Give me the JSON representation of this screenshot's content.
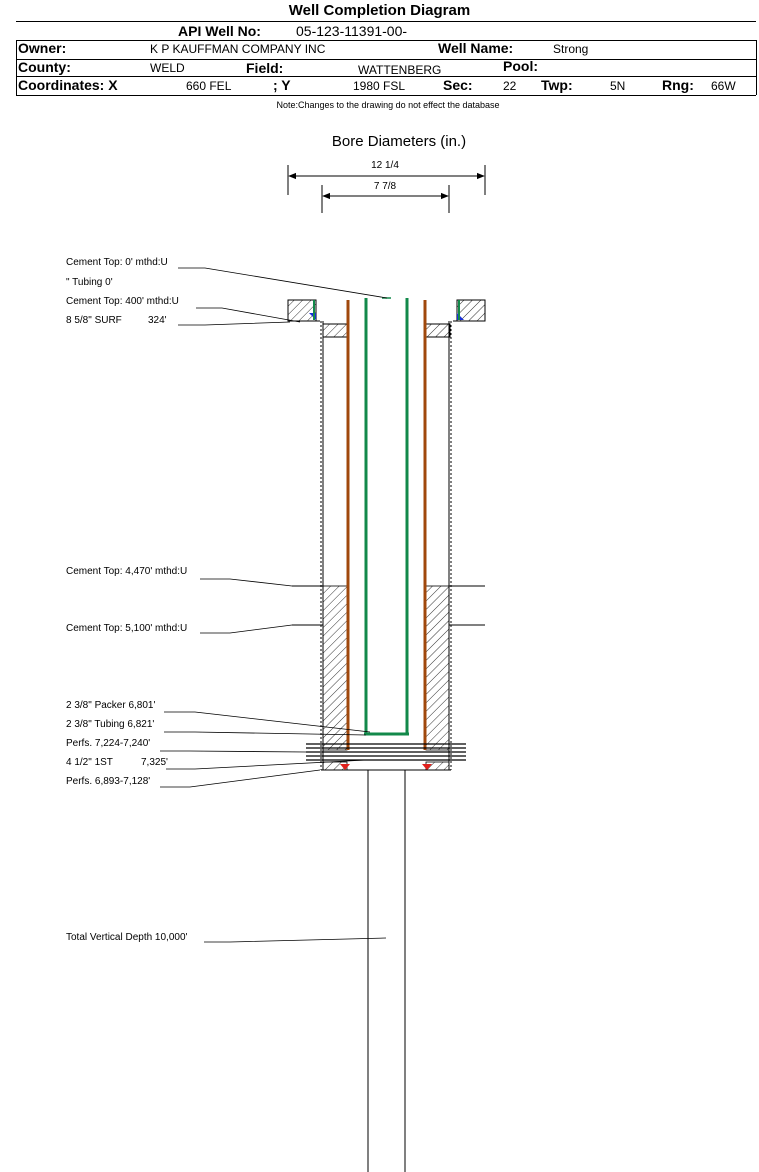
{
  "header": {
    "title": "Well Completion Diagram",
    "api_label": "API Well No:",
    "api_value": "05-123-11391-00-",
    "owner_label": "Owner:",
    "owner_value": "K P KAUFFMAN COMPANY INC",
    "well_name_label": "Well Name:",
    "well_name_value": "Strong",
    "county_label": "County:",
    "county_value": "WELD",
    "field_label": "Field:",
    "field_value": "WATTENBERG",
    "pool_label": "Pool:",
    "pool_value": "",
    "coord_label": "Coordinates: X",
    "x_value": "660 FEL",
    "y_label": "; Y",
    "y_value": "1980 FSL",
    "sec_label": "Sec:",
    "sec_value": "22",
    "twp_label": "Twp:",
    "twp_value": "5N",
    "rng_label": "Rng:",
    "rng_value": "66W"
  },
  "note": "Note:Changes to the drawing do not effect the database",
  "bore": {
    "title": "Bore Diameters (in.)",
    "diameters": [
      "12 1/4",
      "7 7/8"
    ]
  },
  "labels": {
    "cement_top_0": "Cement Top: 0' mthd:U",
    "tubing_0": "\" Tubing 0'",
    "cement_top_400": "Cement Top: 400' mthd:U",
    "surf_casing": "8 5/8\" SURF",
    "surf_depth": "324'",
    "cement_top_4470": "Cement Top: 4,470' mthd:U",
    "cement_top_5100": "Cement Top: 5,100' mthd:U",
    "packer": "2 3/8\" Packer 6,801'",
    "tubing": "2 3/8\" Tubing 6,821'",
    "perfs_1": "Perfs. 7,224-7,240'",
    "prod_casing": "4 1/2\" 1ST",
    "prod_depth": "7,325'",
    "perfs_2": "Perfs. 6,893-7,128'",
    "tvd": "Total Vertical Depth 10,000'"
  },
  "colors": {
    "casing_brown": "#a0480c",
    "tubing_green": "#12894a",
    "cement_blue": "#1a2fd8",
    "perf_red": "#e0201c"
  }
}
